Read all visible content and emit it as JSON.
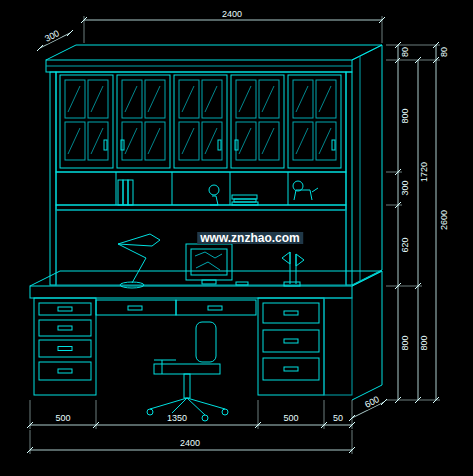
{
  "diagram": {
    "labels": [
      "2400",
      "300",
      "80",
      "800",
      "300",
      "620",
      "800",
      "80",
      "1720",
      "2600",
      "800",
      "www.znzhao.com",
      "500",
      "1350",
      "500",
      "50",
      "600",
      "2400"
    ]
  }
}
